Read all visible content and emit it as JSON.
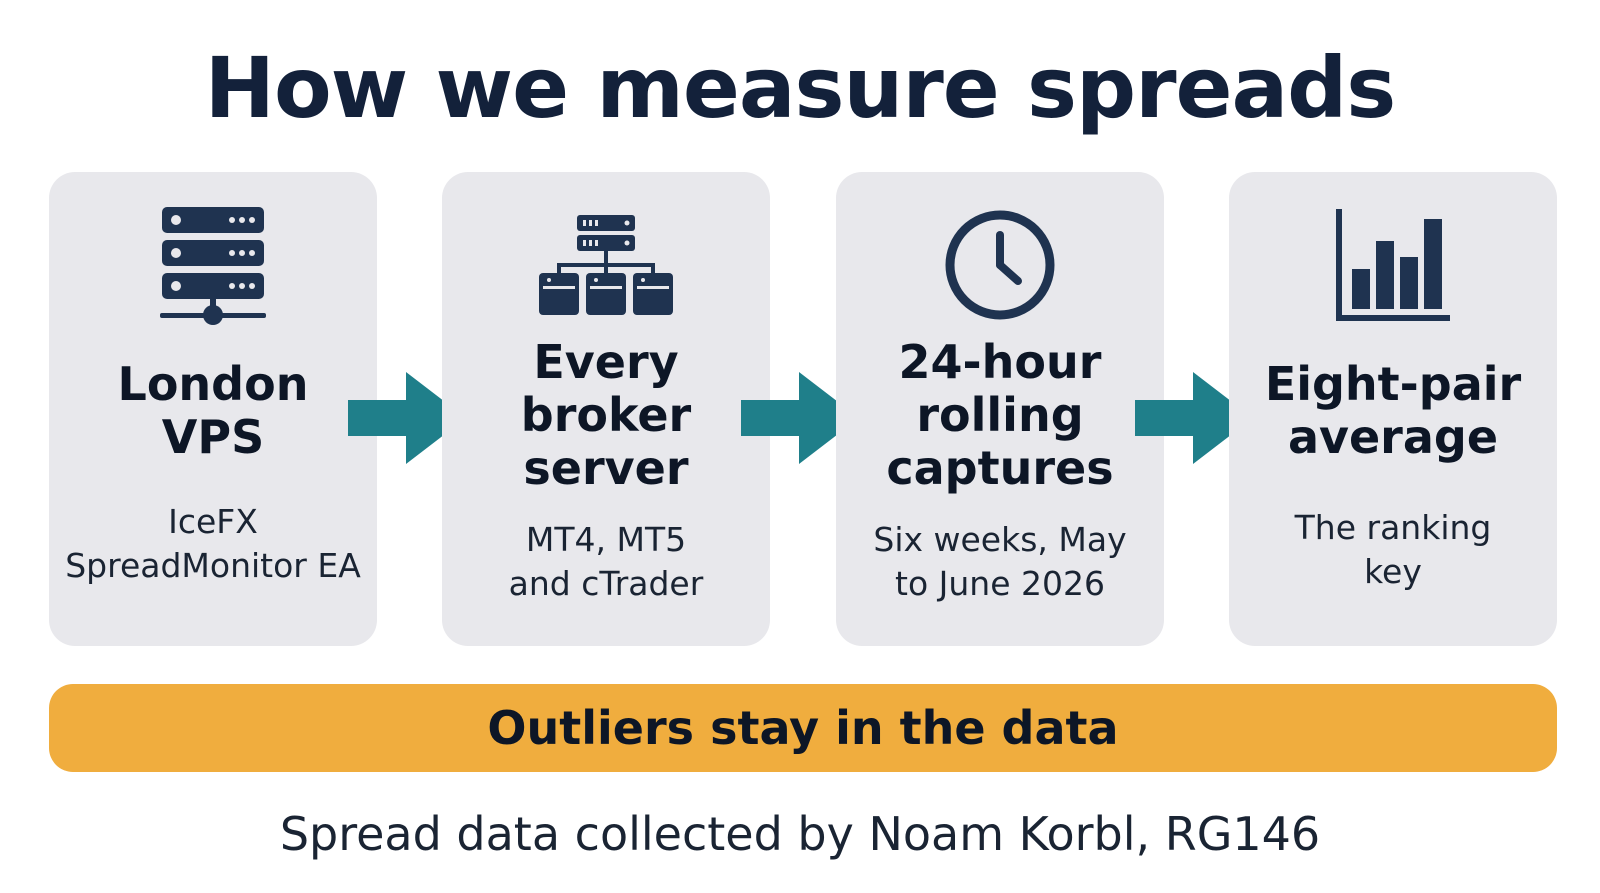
{
  "title": "How we measure spreads",
  "steps": [
    {
      "icon": "server-icon",
      "heading_lines": [
        "London",
        "VPS"
      ],
      "sub_lines": [
        "IceFX",
        "SpreadMonitor EA"
      ]
    },
    {
      "icon": "network-servers-icon",
      "heading_lines": [
        "Every",
        "broker",
        "server"
      ],
      "sub_lines": [
        "MT4, MT5",
        "and cTrader"
      ]
    },
    {
      "icon": "clock-icon",
      "heading_lines": [
        "24-hour",
        "rolling",
        "captures"
      ],
      "sub_lines": [
        "Six weeks, May",
        "to June 2026"
      ]
    },
    {
      "icon": "bar-chart-icon",
      "heading_lines": [
        "Eight-pair",
        "average"
      ],
      "sub_lines": [
        "The ranking",
        "key"
      ]
    }
  ],
  "banner": "Outliers stay in the data",
  "footer": "Spread data collected by Noam Korbl, RG146",
  "colors": {
    "card_bg": "#e8e8ec",
    "icon": "#1f3350",
    "arrow": "#1f7f8a",
    "banner": "#f0ad3e",
    "title": "#13213a"
  }
}
